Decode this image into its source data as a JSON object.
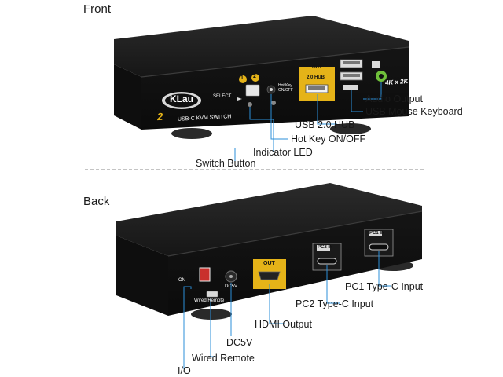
{
  "sections": {
    "front": "Front",
    "back": "Back"
  },
  "front": {
    "brand": "KLau",
    "model_num": "2",
    "model_label": "USB-C KVM SWITCH",
    "select_label": "SELECT",
    "port_1": "1",
    "port_2": "2",
    "hotkey_label": "Hot Key ON/OFF",
    "out_label": "OUT",
    "hub_label": "2.0 HUB",
    "res_label": "4K x 2K",
    "callouts": {
      "audio": "Audio Output",
      "usb_mouse_kb": "USB Mouse Keyboard",
      "usb_hub": "USB 2.0 HUB",
      "hotkey": "Hot Key ON/OFF",
      "led": "Indicator LED",
      "switch": "Switch Button"
    }
  },
  "back": {
    "on_label": "ON",
    "wired_label": "Wired Remote",
    "dc_label": "DC5V",
    "out_label": "OUT",
    "pc2_label": "PC2 IN",
    "pc1_label": "PC1 IN",
    "callouts": {
      "pc1": "PC1 Type-C Input",
      "pc2": "PC2 Type-C Input",
      "hdmi": "HDMI Output",
      "dc": "DC5V",
      "wired": "Wired Remote",
      "io": "I/O"
    }
  },
  "colors": {
    "body": "#1c1c1c",
    "panel": "#111111",
    "gold": "#e5b318",
    "accent": "#c8c8c8"
  }
}
